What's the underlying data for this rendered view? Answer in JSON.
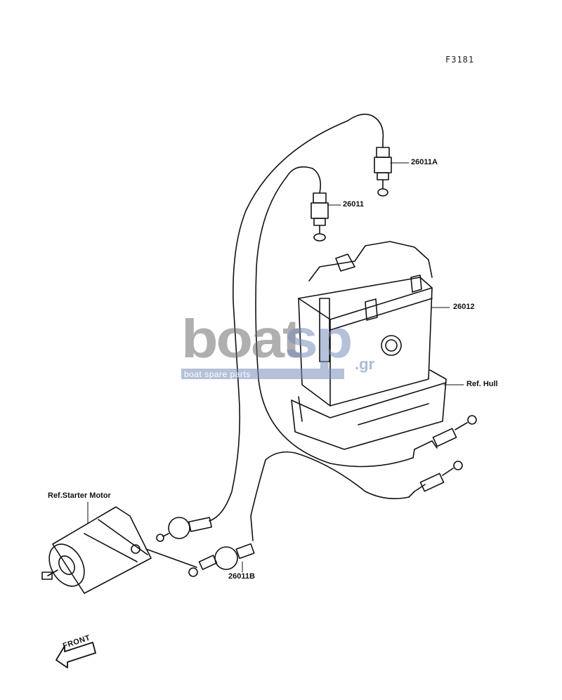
{
  "figure_code": "F3181",
  "labels": {
    "part_26011a": "26011A",
    "part_26011": "26011",
    "part_26012": "26012",
    "ref_hull": "Ref. Hull",
    "ref_starter_motor": "Ref.Starter Motor",
    "part_26011b": "26011B",
    "front": "FRONT"
  },
  "watermark": {
    "brand_left": "boat",
    "brand_right": "sp",
    "domain": ".gr",
    "tagline": "boat spare parts"
  },
  "colors": {
    "line": "#111111",
    "watermark_gray": "#6e6e6e",
    "watermark_blue": "#788cb9"
  }
}
